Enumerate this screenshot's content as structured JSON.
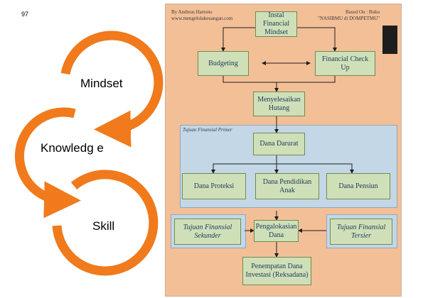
{
  "page_number": "97",
  "cycle": {
    "mindset": "Mindset",
    "knowledge": "Knowledg e",
    "skill": "Skill",
    "arrow_color": "#f07a1c"
  },
  "poster": {
    "author_line1": "By Andreas Hartono",
    "author_line2": "www.mengelolakeuangan.com",
    "based_line1": "Based On : Buku",
    "based_line2": "\"NASIBMU di DOMPETMU\"",
    "book_label": "NASIBMU di DOMPETMU",
    "primer_label": "Tujuan Finansial Primer",
    "colors": {
      "background": "#f3bf97",
      "node": "#cfe0b8",
      "panel": "#c4d7e6",
      "text": "#1f3a5a"
    },
    "nodes": {
      "instal": "Instal Financial\nMindset",
      "budgeting": "Budgeting",
      "checkup": "Financial Check\nUp",
      "hutang": "Menyelesaikan\nHutang",
      "darurat": "Dana Darurat",
      "proteksi": "Dana Proteksi",
      "pendidikan": "Dana Pendidikan\nAnak",
      "pensiun": "Dana Pensiun",
      "sekunder": "Tujuan Finansial\nSekunder",
      "pengalokasian": "Pengalokasian\nDana",
      "tersier": "Tujuan Finansial\nTersier",
      "penempatan": "Penempatan Dana\nInvestasi (Reksadana)"
    }
  }
}
